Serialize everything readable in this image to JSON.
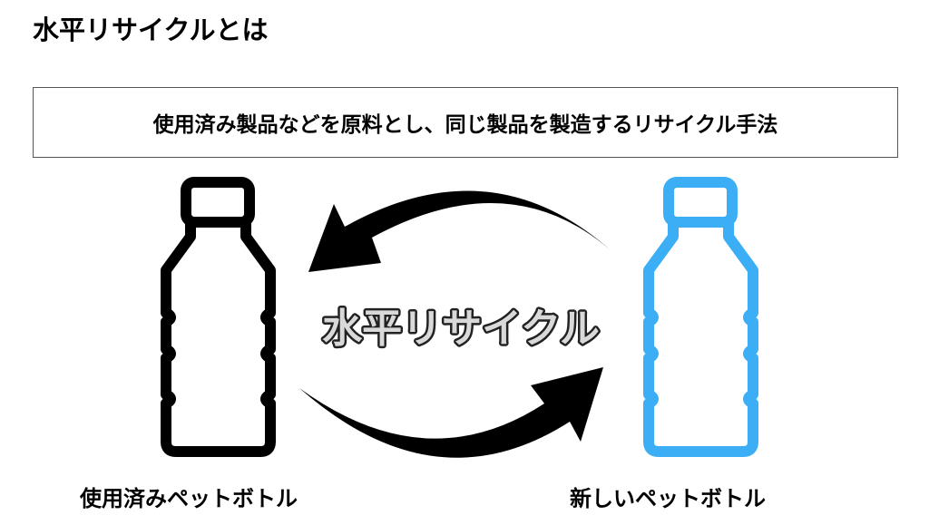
{
  "title": "水平リサイクルとは",
  "definition": "使用済み製品などを原料とし、同じ製品を製造するリサイクル手法",
  "center_label": "水平リサイクル",
  "left_bottle_label": "使用済みペットボトル",
  "right_bottle_label": "新しいペットボトル",
  "colors": {
    "used_bottle": "#000000",
    "new_bottle": "#3BAEF5",
    "center_text_fill": "#d9d9d9"
  }
}
